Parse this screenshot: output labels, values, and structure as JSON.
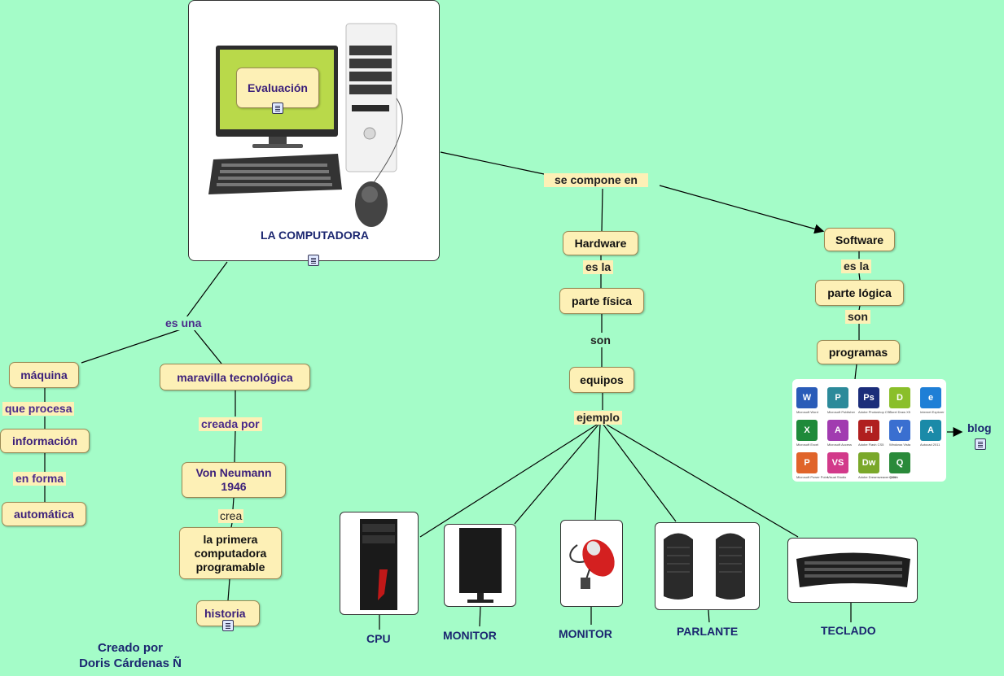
{
  "main": {
    "title": "LA COMPUTADORA",
    "evaluacion": "Evaluación"
  },
  "left": {
    "es_una": "es una",
    "maquina": "máquina",
    "que_procesa": "que procesa",
    "informacion": "información",
    "en_forma": "en forma",
    "automatica": "automática",
    "maravilla": "maravilla tecnológica",
    "creada_por": "creada por",
    "von_neumann_1": "Von Neumann",
    "von_neumann_2": "1946",
    "crea": "crea",
    "primera_1": "la primera",
    "primera_2": "computadora",
    "primera_3": "programable",
    "historia": "historia"
  },
  "center": {
    "se_compone_en": "se compone en",
    "hardware": "Hardware",
    "es_la": "es la",
    "parte_fisica": "parte física",
    "son": "son",
    "equipos": "equipos",
    "ejemplo": "ejemplo"
  },
  "right": {
    "software": "Software",
    "es_la": "es la",
    "parte_logica": "parte lógica",
    "son": "son",
    "programas": "programas",
    "blog": "blog"
  },
  "examples": {
    "cpu": "CPU",
    "monitor": "MONITOR",
    "mouse": "MONITOR",
    "parlante": "PARLANTE",
    "teclado": "TECLADO"
  },
  "software_icons": [
    {
      "letter": "W",
      "color": "#2a5cb8",
      "caption": "Microsoft Word"
    },
    {
      "letter": "P",
      "color": "#2c8a9a",
      "caption": "Microsoft Publisher"
    },
    {
      "letter": "Ps",
      "color": "#1b2d7a",
      "caption": "Adobe Photoshop CS5"
    },
    {
      "letter": "D",
      "color": "#8abf2a",
      "caption": "Corel Draw X5"
    },
    {
      "letter": "e",
      "color": "#1e7fd6",
      "caption": "Internet Explorer"
    },
    {
      "letter": "X",
      "color": "#1f8a3a",
      "caption": "Microsoft Excel"
    },
    {
      "letter": "A",
      "color": "#a13bb0",
      "caption": "Microsoft Access"
    },
    {
      "letter": "Fl",
      "color": "#b01f1f",
      "caption": "Adobe Flash CS5"
    },
    {
      "letter": "V",
      "color": "#3a6fd0",
      "caption": "Windows Vista"
    },
    {
      "letter": "A",
      "color": "#1a8aa8",
      "caption": "Autocad 2011"
    },
    {
      "letter": "P",
      "color": "#e0642a",
      "caption": "Microsoft Power Point"
    },
    {
      "letter": "VS",
      "color": "#d23a8a",
      "caption": "Visual Studio"
    },
    {
      "letter": "Dw",
      "color": "#7aa82a",
      "caption": "Adobe Dreamweaver CS5"
    },
    {
      "letter": "Q",
      "color": "#2a8a3a",
      "caption": "Quark"
    }
  ],
  "credit": {
    "line1": "Creado por",
    "line2": "Doris Cárdenas Ñ"
  },
  "colors": {
    "background": "#a4fcc8",
    "node_fill": "#fdf0b6",
    "title_blue": "#1b2670",
    "label_purple": "#4a2a8a"
  }
}
